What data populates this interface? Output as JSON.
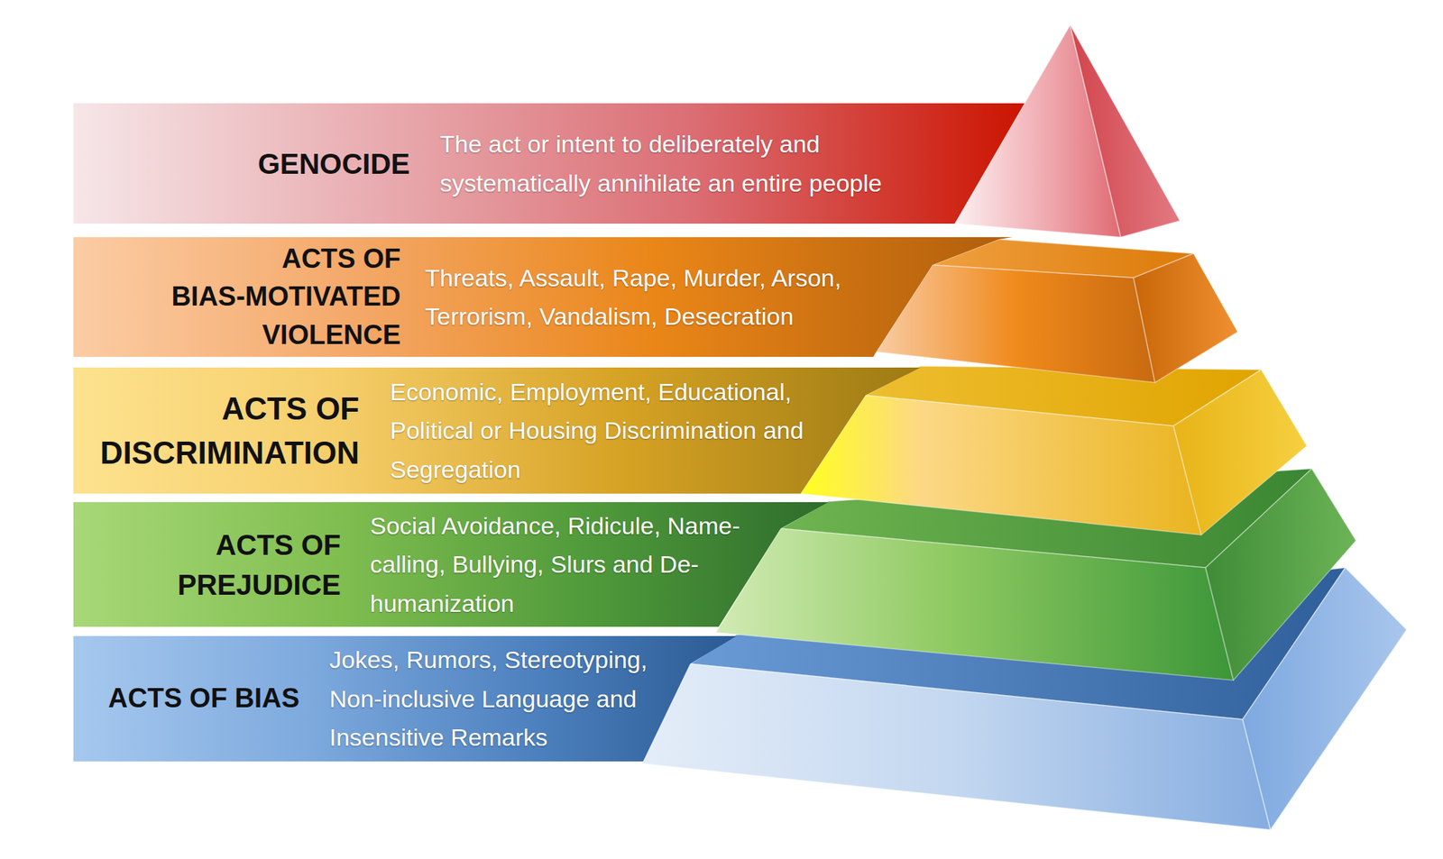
{
  "diagram": {
    "nodes": [
      {
        "text": [
          "GENOCIDE",
          "The act or intent to deliberately and systematically annihilate an entire people"
        ]
      },
      {
        "text": [
          "ACTS OF BIAS-MOTIVATED VIOLENCE",
          "Threats, Assault, Rape, Murder, Arson, Terrorism, Vandalism, Desecration"
        ]
      },
      {
        "text": [
          "ACTS OF DISCRIMINATION",
          "Economic, Employment, Educational, Political or Housing Discrimination and Segregation"
        ]
      },
      {
        "text": [
          "ACTS OF PREJUDICE",
          "Social Avoidance, Ridicule, Name-calling, Bullying, Slurs and De-humanization"
        ]
      },
      {
        "text": [
          "ACTS OF BIAS",
          "Jokes, Rumors, Stereotyping, Non-inclusive Language and Insensitive Remarks"
        ]
      }
    ]
  }
}
